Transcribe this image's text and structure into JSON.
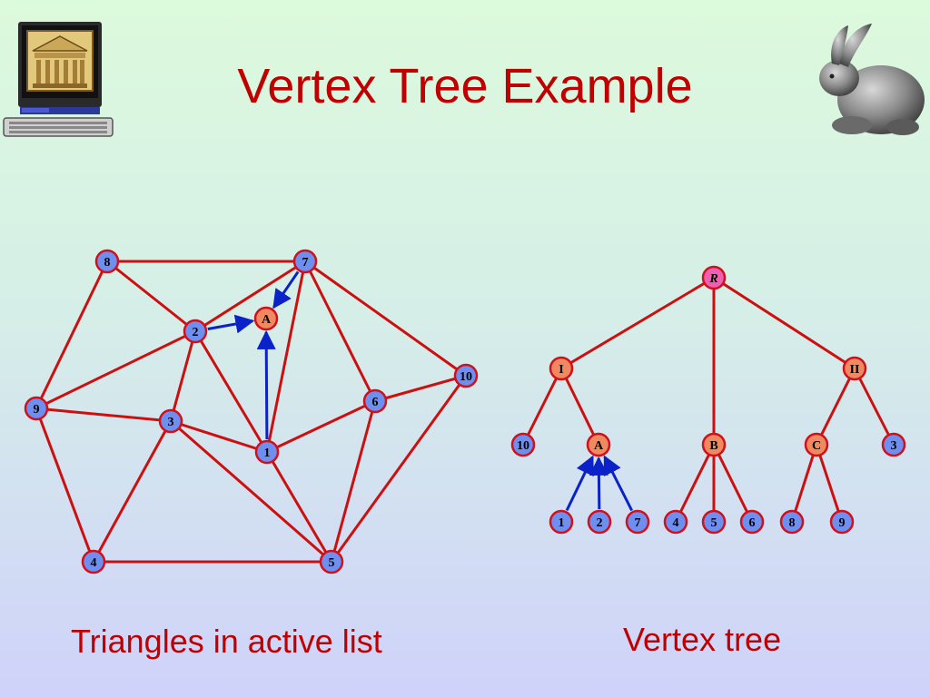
{
  "title": "Vertex Tree Example",
  "captions": {
    "left": "Triangles in active list",
    "right": "Vertex tree"
  },
  "icons": {
    "left": "computer-icon",
    "right": "bunny-icon"
  },
  "colors": {
    "title": "#c00000",
    "edge": "#cc1010",
    "arrow": "#0a22c8",
    "vertex_fill": "#6f8ff0",
    "collapsed_fill": "#f08860",
    "root_fill": "#f060b0",
    "node_stroke": "#d0101a"
  },
  "mesh": {
    "vertices": [
      "8",
      "7",
      "2",
      "A",
      "10",
      "9",
      "6",
      "3",
      "1",
      "4",
      "5"
    ],
    "edges": [
      [
        "8",
        "7"
      ],
      [
        "8",
        "9"
      ],
      [
        "8",
        "2"
      ],
      [
        "7",
        "2"
      ],
      [
        "7",
        "1"
      ],
      [
        "7",
        "6"
      ],
      [
        "7",
        "10"
      ],
      [
        "2",
        "9"
      ],
      [
        "2",
        "3"
      ],
      [
        "2",
        "1"
      ],
      [
        "9",
        "3"
      ],
      [
        "9",
        "4"
      ],
      [
        "3",
        "1"
      ],
      [
        "3",
        "4"
      ],
      [
        "3",
        "5"
      ],
      [
        "1",
        "6"
      ],
      [
        "1",
        "5"
      ],
      [
        "6",
        "10"
      ],
      [
        "6",
        "5"
      ],
      [
        "10",
        "5"
      ],
      [
        "4",
        "5"
      ]
    ],
    "collapse_arrows": [
      [
        "7",
        "A"
      ],
      [
        "2",
        "A"
      ],
      [
        "1",
        "A"
      ]
    ]
  },
  "tree": {
    "root": "R",
    "level1": [
      "I",
      "II"
    ],
    "level2": [
      "10",
      "A",
      "B",
      "C",
      "3"
    ],
    "leaves": [
      "1",
      "2",
      "7",
      "4",
      "5",
      "6",
      "8",
      "9"
    ],
    "edges": [
      [
        "R",
        "I"
      ],
      [
        "R",
        "B"
      ],
      [
        "R",
        "II"
      ],
      [
        "I",
        "10"
      ],
      [
        "I",
        "A"
      ],
      [
        "II",
        "C"
      ],
      [
        "II",
        "3"
      ],
      [
        "B",
        "4"
      ],
      [
        "B",
        "5"
      ],
      [
        "B",
        "6"
      ],
      [
        "C",
        "8"
      ],
      [
        "C",
        "9"
      ]
    ],
    "collapse_arrows": [
      [
        "1",
        "A"
      ],
      [
        "2",
        "A"
      ],
      [
        "7",
        "A"
      ]
    ]
  }
}
